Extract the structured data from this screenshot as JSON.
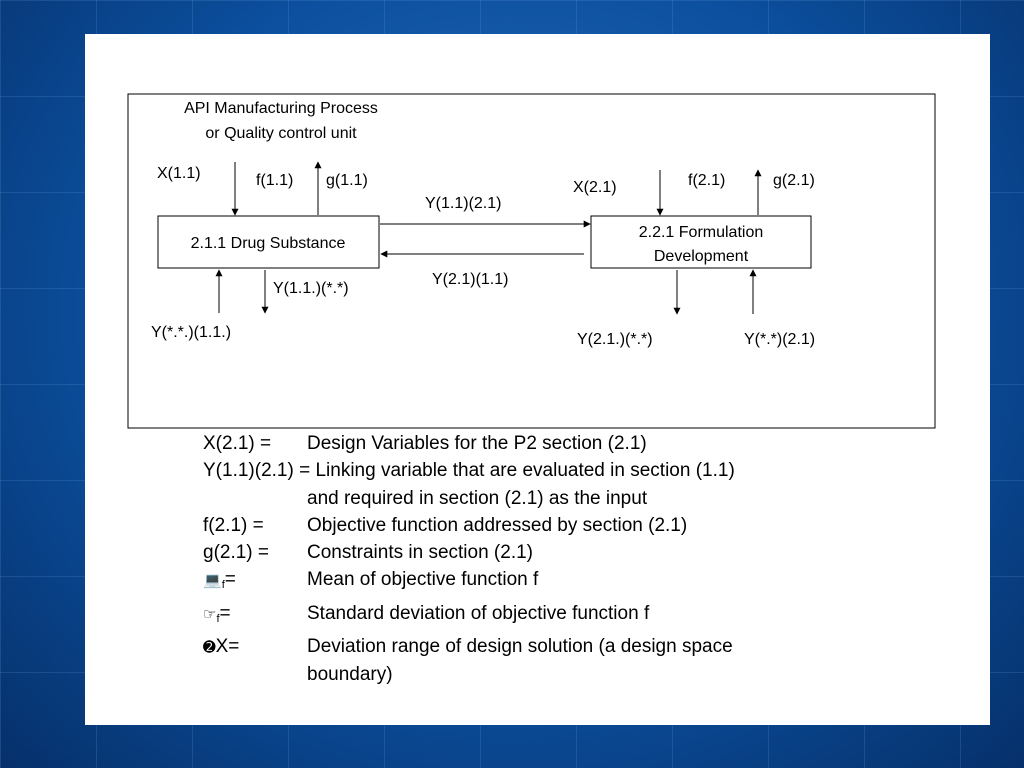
{
  "diagram": {
    "title_line1": "API Manufacturing Process",
    "title_line2": "or Quality control unit",
    "box1": "2.1.1 Drug Substance",
    "box2_line1": "2.2.1 Formulation",
    "box2_line2": "Development",
    "x11": "X(1.1)",
    "f11": "f(1.1)",
    "g11": "g(1.1)",
    "x21": "X(2.1)",
    "f21": "f(2.1)",
    "g21": "g(2.1)",
    "y11_21": "Y(1.1)(2.1)",
    "y21_11": "Y(2.1)(1.1)",
    "y11_out": "Y(1.1.)(*.*)",
    "y_in_11": "Y(*.*.)(1.1.)",
    "y21_out": "Y(2.1.)(*.*)",
    "y_in_21": "Y(*.*)(2.1)"
  },
  "legend": {
    "r1_term": "X(2.1) =",
    "r1_def": "Design Variables for the P2 section (2.1)",
    "r2_full": "Y(1.1)(2.1) = Linking variable that are evaluated in section (1.1)",
    "r2_cont": "and required in section (2.1) as the input",
    "r3_term": "f(2.1) =",
    "r3_def": "Objective function addressed by section (2.1)",
    "r4_term": "g(2.1) =",
    "r4_def": "Constraints in section (2.1)",
    "r5_sym": "💻",
    "r5_sub": "f",
    "r5_eq": "=",
    "r5_def": "Mean of objective function f",
    "r6_sym": "☞",
    "r6_sub": "f",
    "r6_eq": "=",
    "r6_def": "Standard deviation of objective function f",
    "r7_sym": "➋",
    "r7_eq": "X=",
    "r7_def": "Deviation range of design solution (a design space",
    "r7_cont": "boundary)"
  }
}
